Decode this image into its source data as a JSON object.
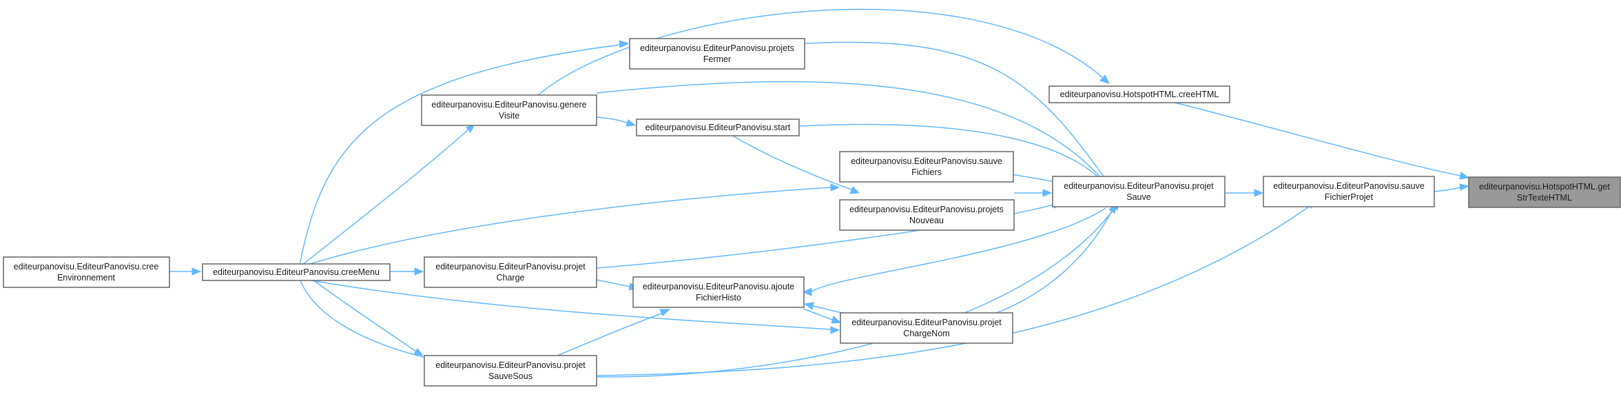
{
  "diagram": {
    "type": "call-graph",
    "colors": {
      "edge": "#63b8ff",
      "node_border": "#666666",
      "node_fill": "#ffffff",
      "highlight_fill": "#999999"
    },
    "nodes": [
      {
        "id": "getStrTexteHTML",
        "lines": [
          "editeurpanovisu.HotspotHTML.get",
          "StrTexteHTML"
        ],
        "highlight": true
      },
      {
        "id": "creeHTML",
        "lines": [
          "editeurpanovisu.HotspotHTML.creeHTML"
        ]
      },
      {
        "id": "sauveFichierProjet",
        "lines": [
          "editeurpanovisu.EditeurPanovisu.sauve",
          "FichierProjet"
        ]
      },
      {
        "id": "projetSauve",
        "lines": [
          "editeurpanovisu.EditeurPanovisu.projet",
          "Sauve"
        ]
      },
      {
        "id": "projetsFermer",
        "lines": [
          "editeurpanovisu.EditeurPanovisu.projets",
          "Fermer"
        ]
      },
      {
        "id": "genereVisite",
        "lines": [
          "editeurpanovisu.EditeurPanovisu.genere",
          "Visite"
        ]
      },
      {
        "id": "start",
        "lines": [
          "editeurpanovisu.EditeurPanovisu.start"
        ]
      },
      {
        "id": "sauveFichiers",
        "lines": [
          "editeurpanovisu.EditeurPanovisu.sauve",
          "Fichiers"
        ]
      },
      {
        "id": "projetsNouveau",
        "lines": [
          "editeurpanovisu.EditeurPanovisu.projets",
          "Nouveau"
        ]
      },
      {
        "id": "projetCharge",
        "lines": [
          "editeurpanovisu.EditeurPanovisu.projet",
          "Charge"
        ]
      },
      {
        "id": "ajouteFichierHisto",
        "lines": [
          "editeurpanovisu.EditeurPanovisu.ajoute",
          "FichierHisto"
        ]
      },
      {
        "id": "projetChargeNom",
        "lines": [
          "editeurpanovisu.EditeurPanovisu.projet",
          "ChargeNom"
        ]
      },
      {
        "id": "projetSauveSous",
        "lines": [
          "editeurpanovisu.EditeurPanovisu.projet",
          "SauveSous"
        ]
      },
      {
        "id": "creeMenu",
        "lines": [
          "editeurpanovisu.EditeurPanovisu.creeMenu"
        ]
      },
      {
        "id": "creeEnvironnement",
        "lines": [
          "editeurpanovisu.EditeurPanovisu.cree",
          "Environnement"
        ]
      }
    ]
  }
}
